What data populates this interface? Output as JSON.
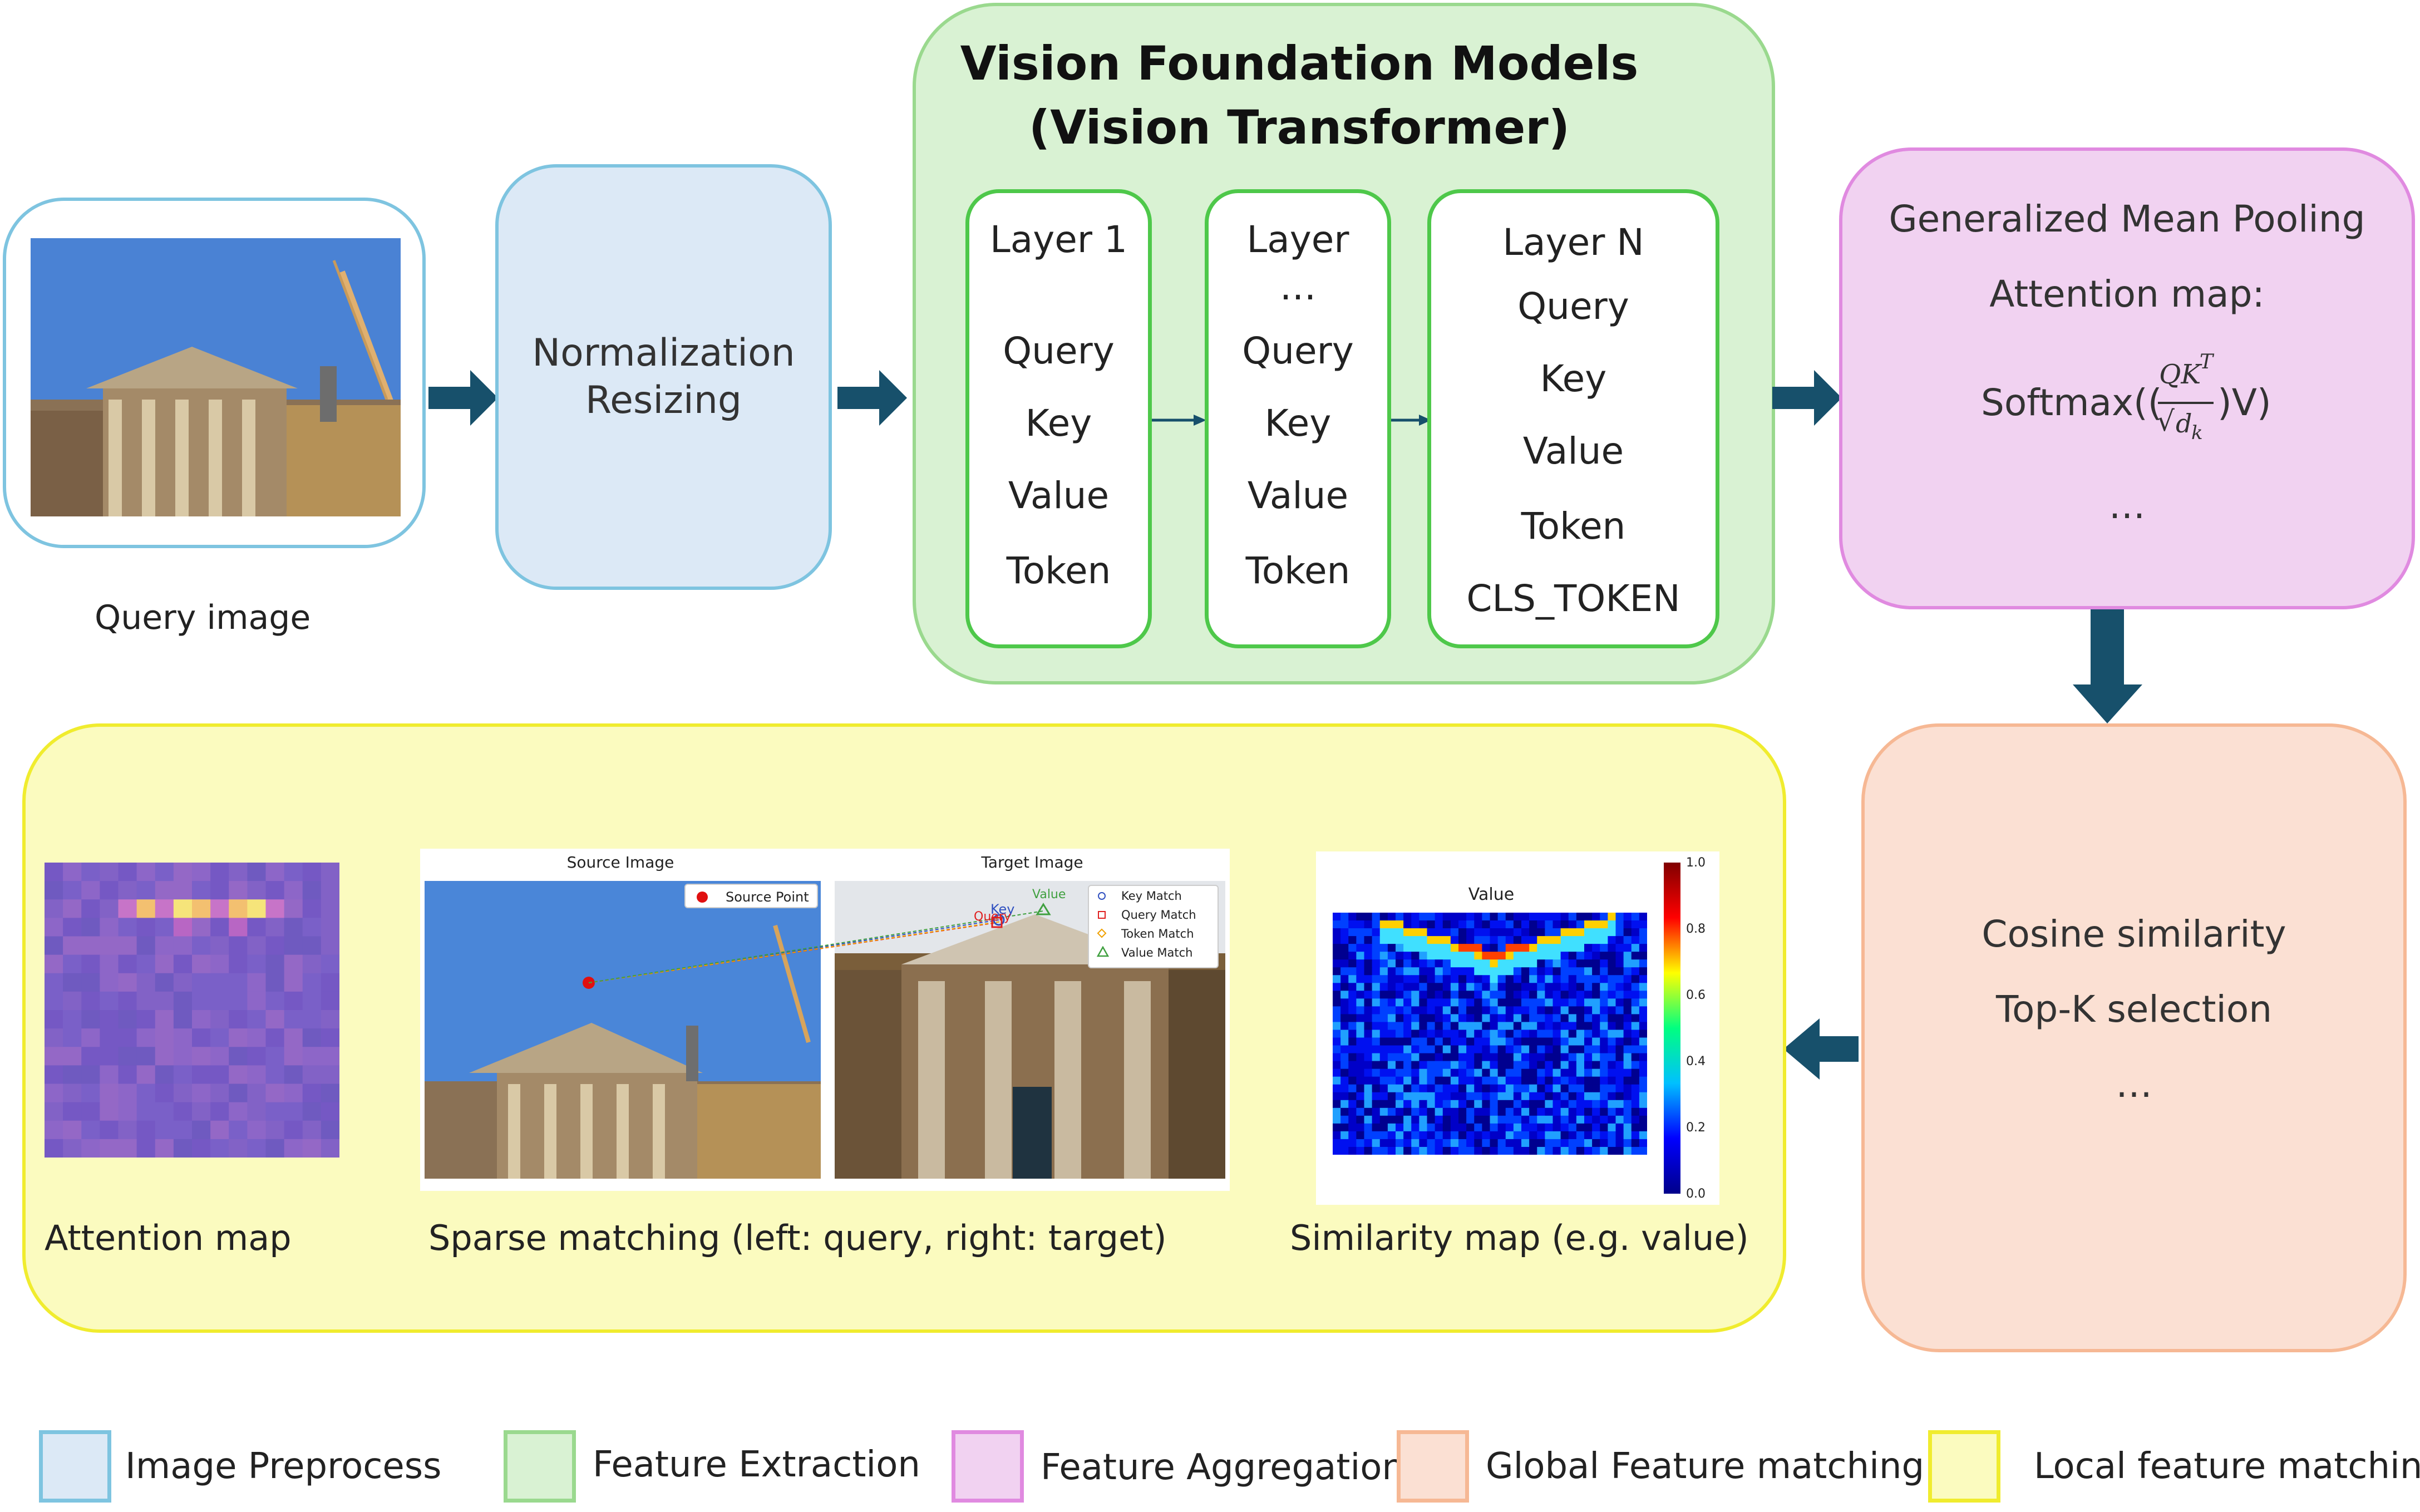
{
  "colors": {
    "preprocess_fill": "#dce9f6",
    "preprocess_border": "#7ec4e0",
    "extraction_fill": "#d9f2d3",
    "extraction_border": "#9ad98e",
    "aggregation_fill": "#f1d2f1",
    "aggregation_border": "#e08ae0",
    "global_fill": "#fbe0d3",
    "global_border": "#f6b894",
    "local_fill": "#fbfbbf",
    "local_border": "#f0ec2e",
    "arrow": "#17506b"
  },
  "query": {
    "caption": "Query image"
  },
  "preprocess": {
    "line1": "Normalization",
    "line2": "Resizing"
  },
  "vfm": {
    "title1": "Vision Foundation Models",
    "title2": "(Vision Transformer)",
    "layers": [
      {
        "title": "Layer 1",
        "sub": "",
        "items": [
          "Query",
          "Key",
          "Value",
          "Token"
        ]
      },
      {
        "title": "Layer",
        "sub": "…",
        "items": [
          "Query",
          "Key",
          "Value",
          "Token"
        ]
      },
      {
        "title": "Layer N",
        "sub": "",
        "items": [
          "Query",
          "Key",
          "Value",
          "Token",
          "CLS_TOKEN"
        ]
      }
    ]
  },
  "aggregation": {
    "line1": "Generalized Mean Pooling",
    "line2": "Attention map:",
    "formula_prefix": "Softmax((",
    "formula_num": "QK",
    "formula_sup": "T",
    "formula_den": "d",
    "formula_den_sub": "k",
    "formula_suffix": ")V)",
    "dots": "…"
  },
  "global": {
    "line1": "Cosine similarity",
    "line2": "Top-K selection",
    "dots": "…"
  },
  "local": {
    "attention_caption": "Attention map",
    "sparse_caption": "Sparse matching (left: query, right: target)",
    "similarity_caption": "Similarity map (e.g. value)",
    "sparse": {
      "source_title": "Source Image",
      "target_title": "Target Image",
      "source_legend": "Source Point",
      "target_legend": [
        "Key Match",
        "Query Match",
        "Token Match",
        "Value Match"
      ],
      "labels": [
        "Key",
        "Query",
        "Value"
      ]
    },
    "similarity": {
      "title": "Value",
      "colorbar_ticks": [
        "1.0",
        "0.8",
        "0.6",
        "0.4",
        "0.2",
        "0.0"
      ]
    }
  },
  "legend": [
    {
      "label": "Image Preprocess",
      "color_key": "preprocess"
    },
    {
      "label": "Feature Extraction",
      "color_key": "extraction"
    },
    {
      "label": "Feature Aggregation",
      "color_key": "aggregation"
    },
    {
      "label": "Global Feature matching",
      "color_key": "global"
    },
    {
      "label": "Local feature matching",
      "color_key": "local"
    }
  ]
}
